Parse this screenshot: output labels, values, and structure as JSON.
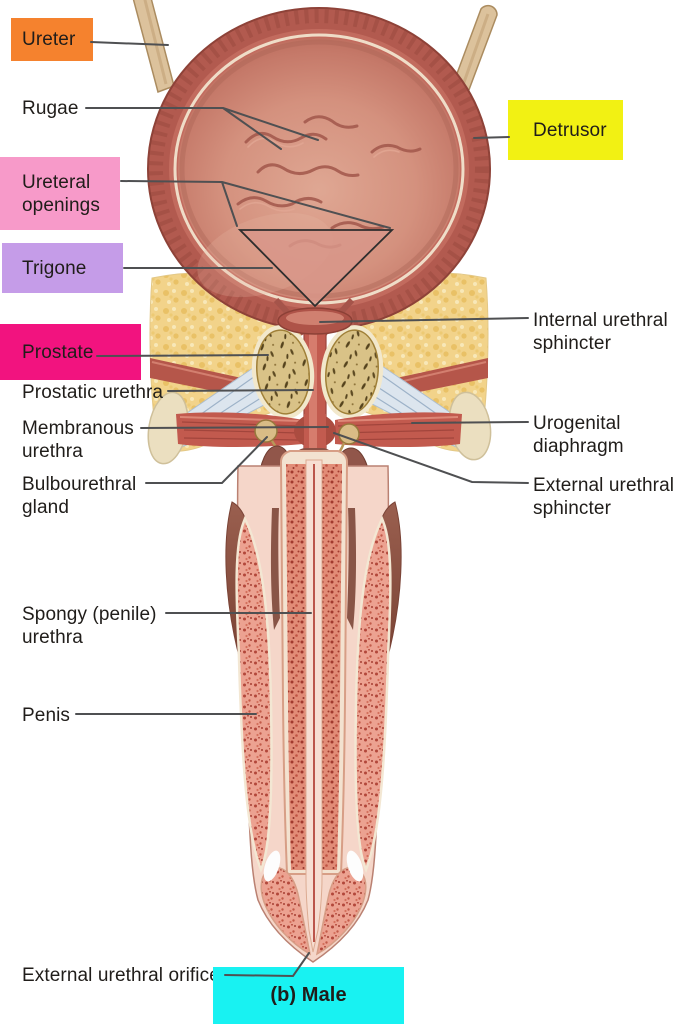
{
  "figure": {
    "type": "anatomical-diagram",
    "subject": "Male urinary bladder, prostate, urethra and penis (frontal section)",
    "caption": "(b) Male",
    "background": "#ffffff",
    "text_color": "#201d1a",
    "leader_line_color": "#4f5052"
  },
  "labels": {
    "ureter": {
      "text": "Ureter",
      "highlighted": true
    },
    "rugae": {
      "text": "Rugae",
      "highlighted": false
    },
    "ureteral_openings": {
      "line1": "Ureteral",
      "line2": "openings",
      "highlighted": true
    },
    "trigone": {
      "text": "Trigone",
      "highlighted": true
    },
    "detrusor": {
      "text": "Detrusor",
      "highlighted": true
    },
    "prostate": {
      "text": "Prostate",
      "highlighted": true
    },
    "internal_urethral_sphincter": {
      "line1": "Internal urethral",
      "line2": "sphincter",
      "highlighted": false
    },
    "prostatic_urethra": {
      "text": "Prostatic urethra",
      "highlighted": false
    },
    "membranous_urethra": {
      "line1": "Membranous",
      "line2": "urethra",
      "highlighted": false
    },
    "urogenital_diaphragm": {
      "line1": "Urogenital",
      "line2": "diaphragm",
      "highlighted": false
    },
    "bulbourethral_gland": {
      "line1": "Bulbourethral",
      "line2": "gland",
      "highlighted": false
    },
    "external_urethral_sphincter": {
      "line1": "External urethral",
      "line2": "sphincter",
      "highlighted": false
    },
    "spongy_urethra": {
      "line1": "Spongy (penile)",
      "line2": "urethra",
      "highlighted": false
    },
    "penis": {
      "text": "Penis",
      "highlighted": false
    },
    "external_urethral_orifice": {
      "text": "External urethral orifice",
      "highlighted": false
    }
  },
  "highlight_colors": {
    "ureter": "#f5822e",
    "ureteral_openings": "#f79ac9",
    "trigone": "#c59ce8",
    "detrusor": "#f2f113",
    "prostate": "#f2137f",
    "caption": "#18f2f2"
  }
}
